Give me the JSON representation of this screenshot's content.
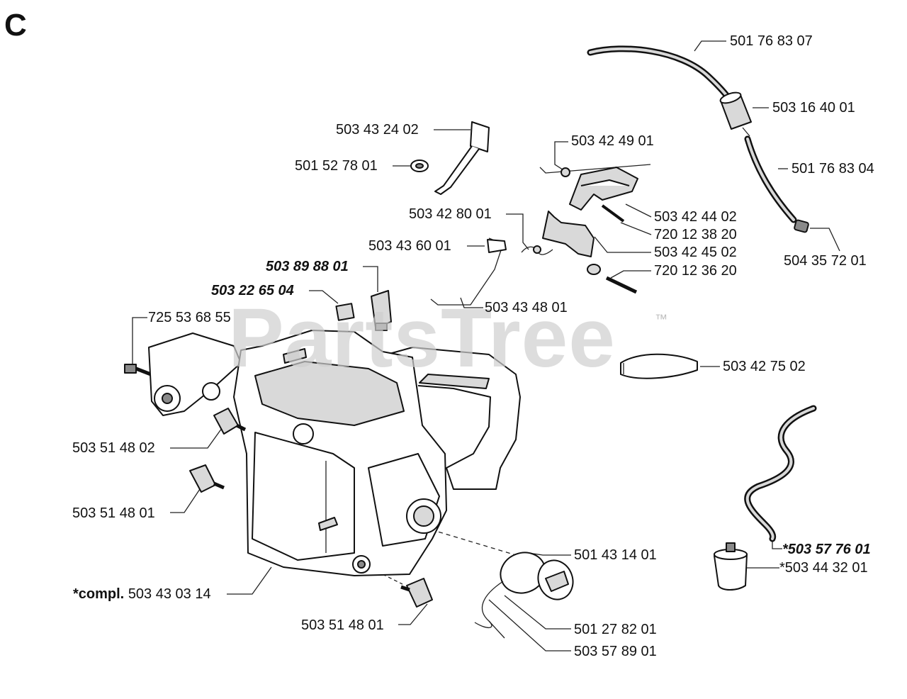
{
  "section_letter": "C",
  "watermark": {
    "text": "PartsTree",
    "trademark": "™"
  },
  "labels": {
    "p_501768307": "501 76 83 07",
    "p_503164001": "503 16 40 01",
    "p_501768304": "501 76 83 04",
    "p_504357201": "504 35 72 01",
    "p_503432402": "503 43 24 02",
    "p_503424901": "503 42 49 01",
    "p_501527801": "501 52 78 01",
    "p_503424402": "503 42 44 02",
    "p_503428001": "503 42 80 01",
    "p_720123820": "720 12 38 20",
    "p_503436001": "503 43 60 01",
    "p_503424502": "503 42 45 02",
    "p_503898801": "503 89 88 01",
    "p_720123620": "720 12 36 20",
    "p_503226504": "503 22 65 04",
    "p_503434801": "503 43 48 01",
    "p_725536855": "725 53 68 55",
    "p_503427502": "503 42 75 02",
    "p_503514802": "503 51 48 02",
    "p_503514801a": "503 51 48 01",
    "p_501431401": "501 43 14 01",
    "p_503577601": "*503 57 76 01",
    "p_503443201": "*503 44 32 01",
    "p_compl_prefix": "*compl.",
    "p_503430314": "503 43 03 14",
    "p_503514801b": "503 51 48 01",
    "p_501278201": "501 27 82 01",
    "p_503578901": "503 57 89 01"
  }
}
